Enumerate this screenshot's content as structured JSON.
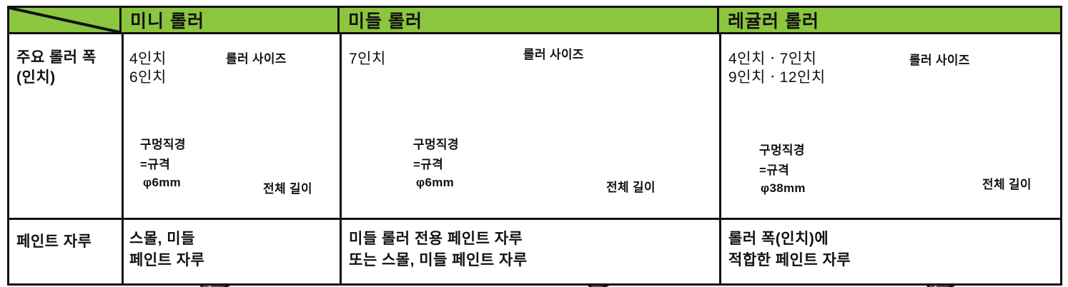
{
  "table": {
    "corner_cell": {
      "label": "",
      "has_diagonal": true
    },
    "accent_color": "#8CC63F",
    "columns": [
      {
        "id": "col-label",
        "header": ""
      },
      {
        "id": "col-mini",
        "header": "미니 롤러"
      },
      {
        "id": "col-middle",
        "header": "미들 롤러"
      },
      {
        "id": "col-regular",
        "header": "레귤러 롤러"
      }
    ],
    "rows": [
      {
        "id": "row-roller-width",
        "label_line1": "주요 롤러 폭",
        "label_line2": "(인치)",
        "cells": [
          {
            "col": "col-mini",
            "sizes": [
              "4인치",
              "6인치"
            ],
            "roller_size_label": "롤러 사이즈",
            "hole_label_line1": "구멍직경",
            "hole_label_line2": "=규격",
            "hole_label_line3": "φ6mm",
            "total_length_label": "전체 길이"
          },
          {
            "col": "col-middle",
            "sizes": [
              "7인치"
            ],
            "roller_size_label": "롤러 사이즈",
            "hole_label_line1": "구멍직경",
            "hole_label_line2": "=규격",
            "hole_label_line3": "φ6mm",
            "total_length_label": "전체 길이"
          },
          {
            "col": "col-regular",
            "sizes": [
              "4인치ㆍ7인치",
              "9인치ㆍ12인치"
            ],
            "roller_size_label": "롤러 사이즈",
            "hole_label_line1": "구멍직경",
            "hole_label_line2": "=규격",
            "hole_label_line3": "φ38mm",
            "total_length_label": "전체 길이"
          }
        ]
      },
      {
        "id": "row-paint-handle",
        "label_line1": "페인트 자루",
        "label_line2": "",
        "cells": [
          {
            "col": "col-mini",
            "text_line1": "스몰, 미들",
            "text_line2": "페인트 자루"
          },
          {
            "col": "col-middle",
            "text_line1": "미들 롤러 전용 페인트 자루",
            "text_line2": "또는 스몰, 미들 페인트 자루"
          },
          {
            "col": "col-regular",
            "text_line1": "롤러 폭(인치)에",
            "text_line2": "적합한 페인트 자루"
          }
        ]
      }
    ]
  },
  "palette": {
    "green": "#8CC63F",
    "roller_cream": "#F7DCBB",
    "roller_cream_light": "#FDF0E0",
    "roller_orange": "#F5A733",
    "wall_gray": "#9D9D9D",
    "wall_gray_dark": "#8A8A8A",
    "handle_gray": "#B8B8B8",
    "handle_dark": "#6E6E6E",
    "outline": "#111111"
  }
}
